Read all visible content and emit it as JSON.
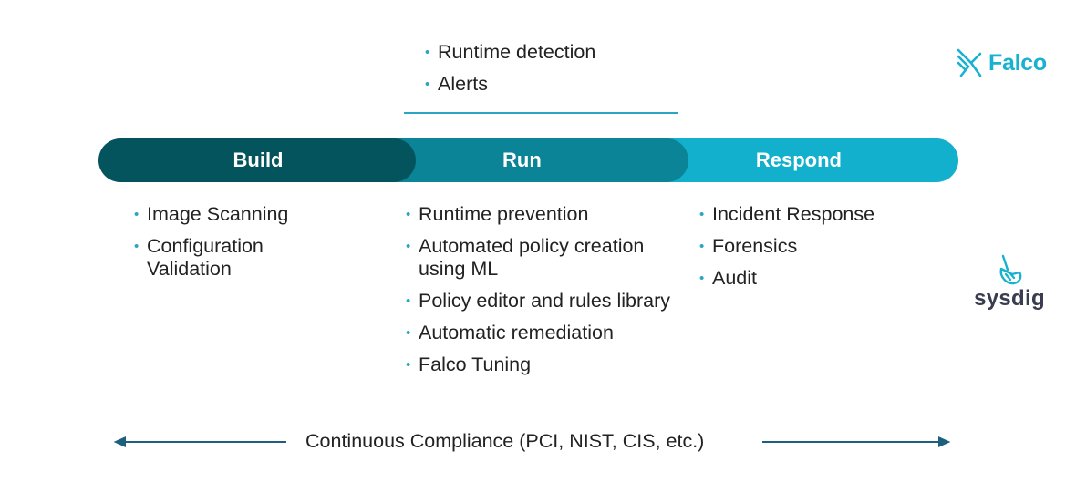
{
  "falco_column": {
    "items": [
      "Runtime detection",
      "Alerts"
    ]
  },
  "logos": {
    "falco": "Falco",
    "sysdig": "sysdig"
  },
  "phases": [
    {
      "label": "Build",
      "color": "#04545e"
    },
    {
      "label": "Run",
      "color": "#0a8496"
    },
    {
      "label": "Respond",
      "color": "#12b0cc"
    }
  ],
  "build_items": [
    "Image Scanning",
    "Configuration Validation"
  ],
  "run_items": [
    "Runtime prevention",
    "Automated policy creation using ML",
    "Policy editor and rules library",
    "Automatic remediation",
    "Falco Tuning"
  ],
  "respond_items": [
    "Incident Response",
    "Forensics",
    "Audit"
  ],
  "footer": {
    "compliance_label": "Continuous Compliance (PCI, NIST, CIS, etc.)"
  },
  "colors": {
    "accent": "#19b1d0",
    "arrow": "#1c5f7f",
    "divider": "#2aa6c4"
  }
}
